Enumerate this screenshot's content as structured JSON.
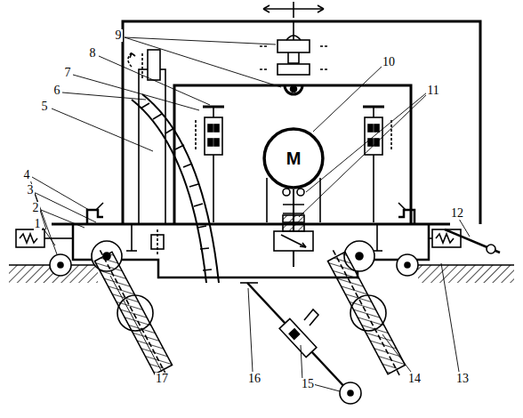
{
  "diagram": {
    "nodes": [
      {
        "text": [
          "M"
        ]
      }
    ],
    "labels": [
      "1",
      "2",
      "3",
      "4",
      "5",
      "6",
      "7",
      "8",
      "9",
      "10",
      "11",
      "12",
      "13",
      "14",
      "15",
      "16",
      "17"
    ]
  }
}
